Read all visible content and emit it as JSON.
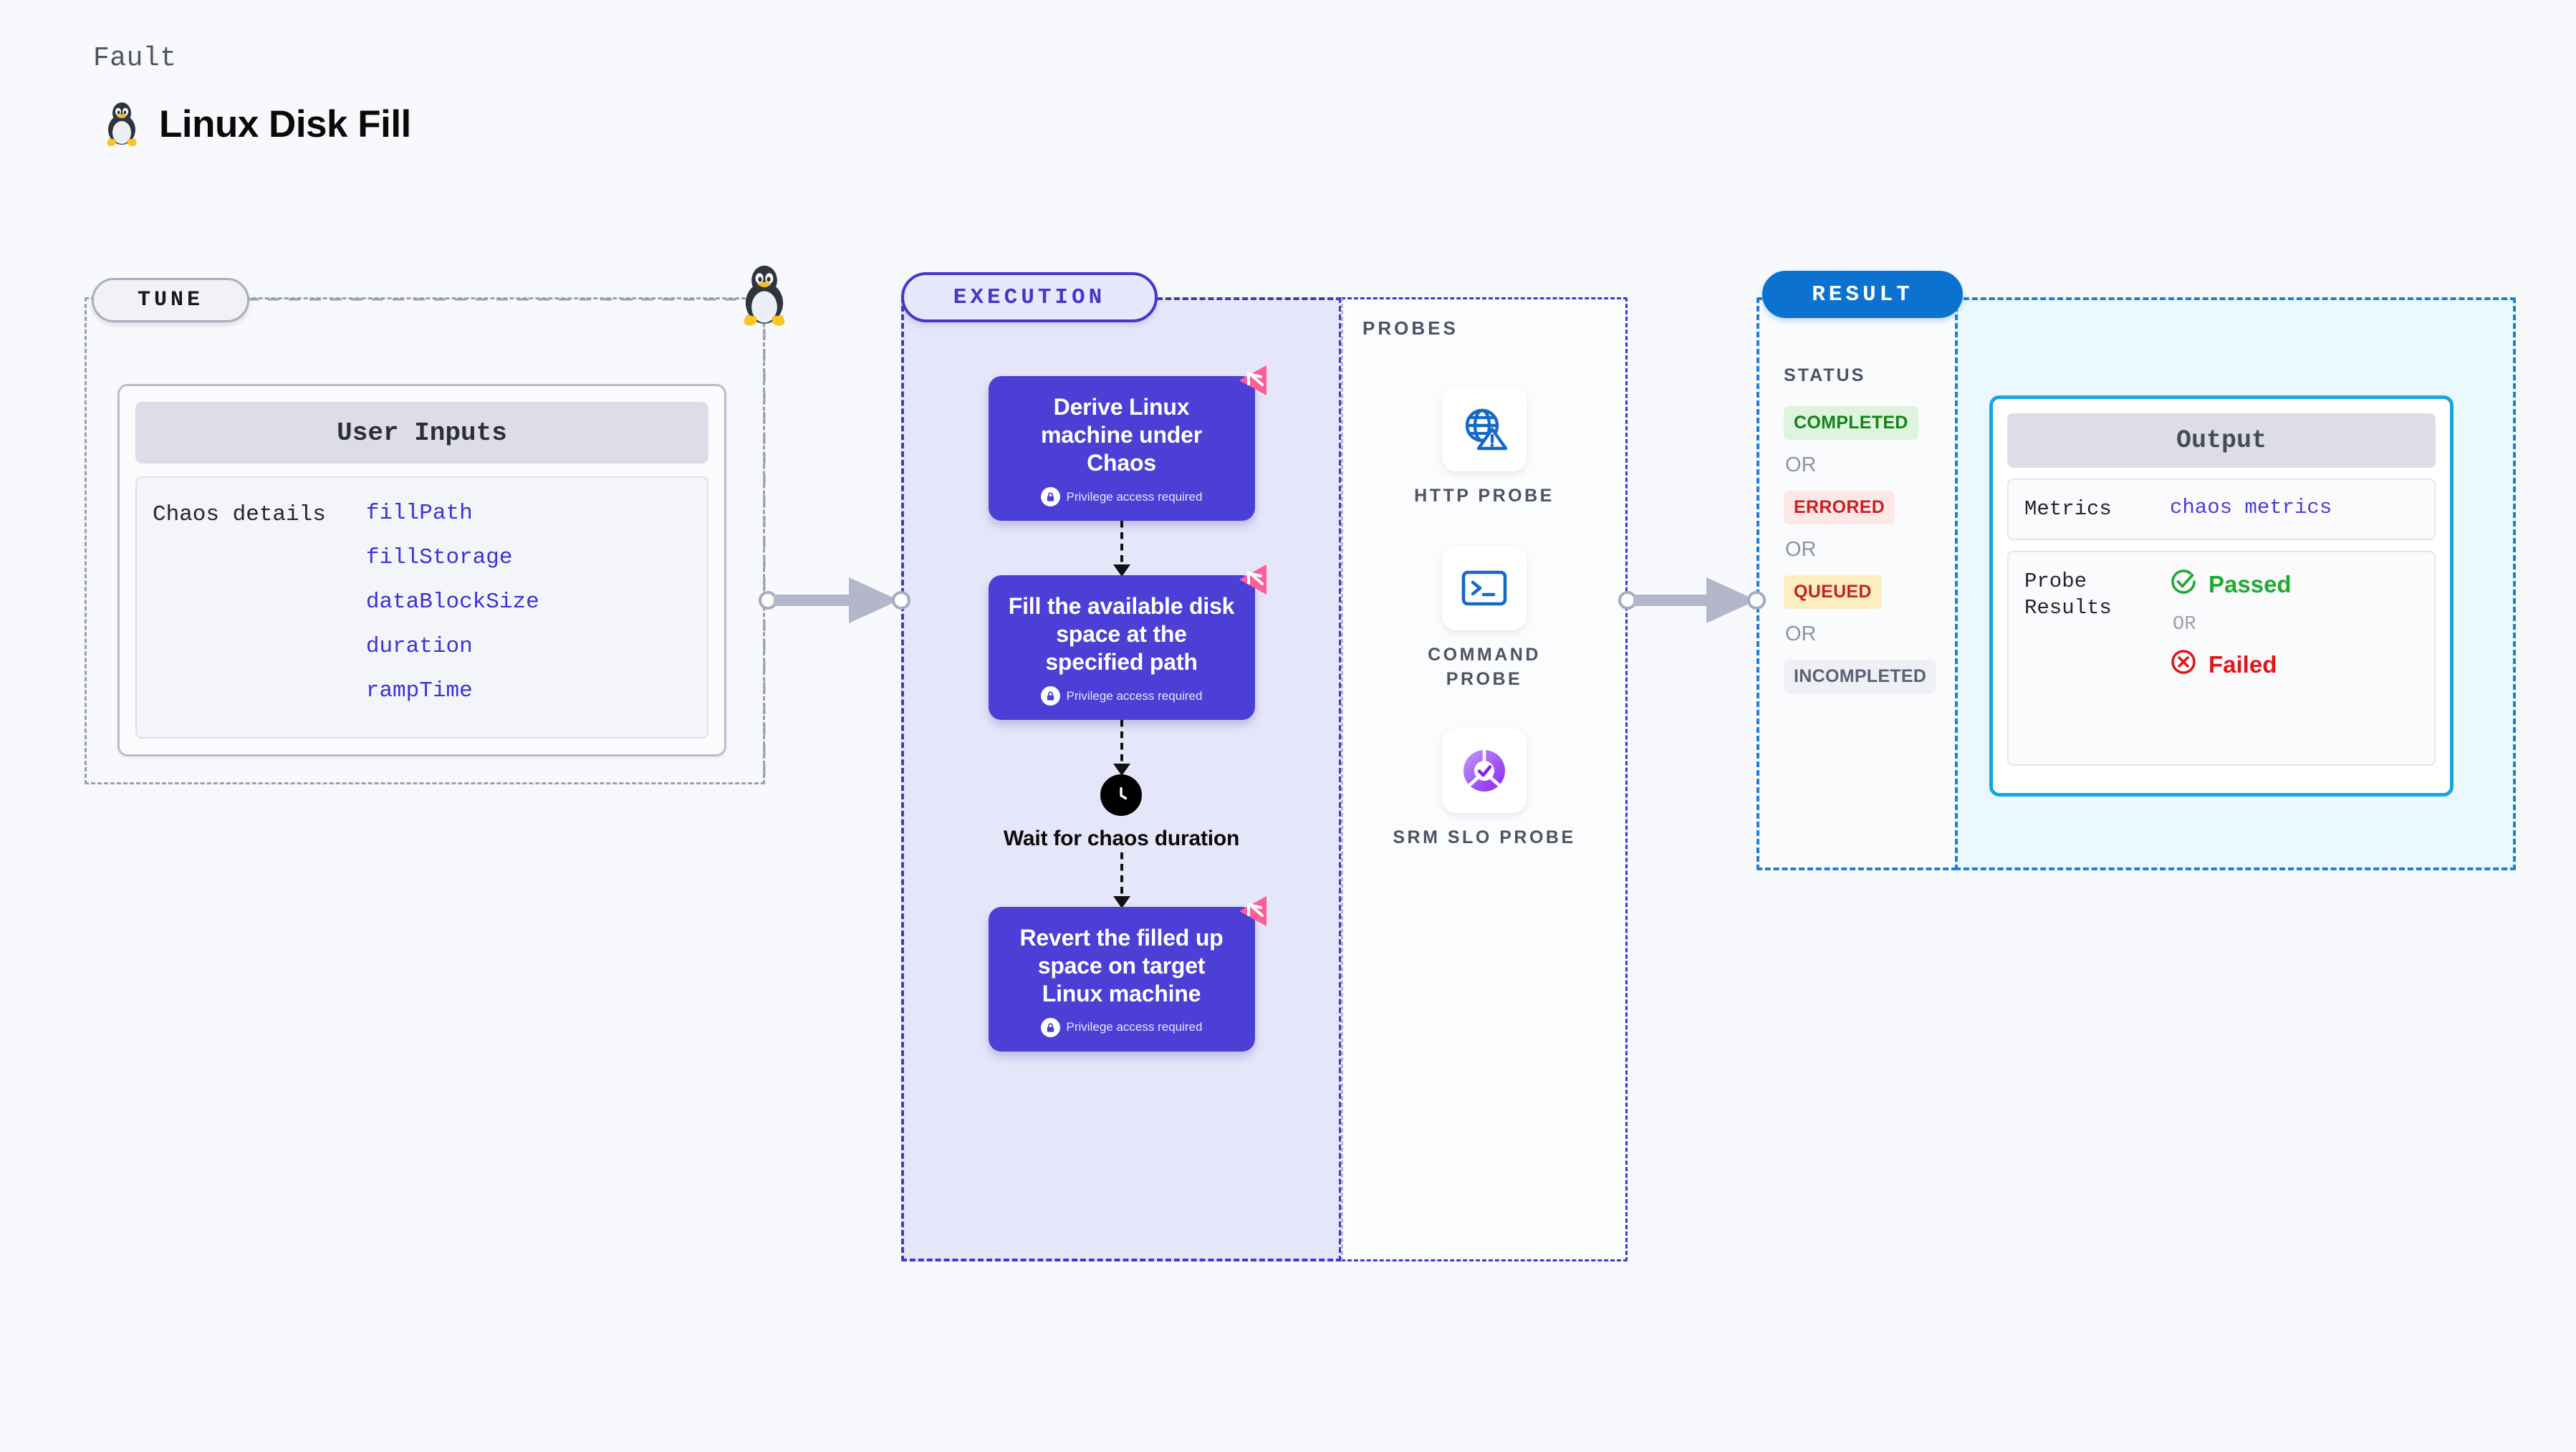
{
  "header": {
    "eyebrow": "Fault",
    "title": "Linux Disk Fill",
    "icon": "tux-penguin-icon"
  },
  "tune": {
    "pill_label": "TUNE",
    "card": {
      "header": "User Inputs",
      "row_label": "Chaos details",
      "params": [
        "fillPath",
        "fillStorage",
        "dataBlockSize",
        "duration",
        "rampTime"
      ]
    }
  },
  "execution": {
    "pill_label": "EXECUTION",
    "privilege_note": "Privilege access required",
    "steps": [
      {
        "type": "task",
        "title": "Derive Linux machine under Chaos",
        "privileged": true
      },
      {
        "type": "task",
        "title": "Fill the available disk space at the specified path",
        "privileged": true
      },
      {
        "type": "wait",
        "title": "Wait for chaos duration",
        "icon": "clock-icon"
      },
      {
        "type": "task",
        "title": "Revert the filled up space on target Linux machine",
        "privileged": true
      }
    ]
  },
  "probes": {
    "heading": "PROBES",
    "items": [
      {
        "label": "HTTP PROBE",
        "icon": "globe-warning-icon"
      },
      {
        "label": "COMMAND PROBE",
        "icon": "terminal-icon"
      },
      {
        "label": "SRM SLO PROBE",
        "icon": "srm-slo-donut-icon"
      }
    ]
  },
  "result": {
    "pill_label": "RESULT",
    "status_heading": "STATUS",
    "or_label": "OR",
    "statuses": [
      {
        "label": "COMPLETED",
        "bg": "#dcf5dc",
        "fg": "#17801a"
      },
      {
        "label": "ERRORED",
        "bg": "#fde8e8",
        "fg": "#cc1f1f"
      },
      {
        "label": "QUEUED",
        "bg": "#fdeec2",
        "fg": "#c4231f"
      },
      {
        "label": "INCOMPLETED",
        "bg": "#eef0f5",
        "fg": "#5b6173"
      }
    ],
    "output": {
      "header": "Output",
      "metrics_key": "Metrics",
      "metrics_value": "chaos metrics",
      "probe_results_key": "Probe\nResults",
      "passed_label": "Passed",
      "failed_label": "Failed",
      "or_label": "OR",
      "passed_icon": "check-circle-icon",
      "failed_icon": "x-circle-icon"
    }
  },
  "colors": {
    "execution_accent": "#4338ca",
    "step_card": "#4c3fd6",
    "result_accent": "#1b7fe0",
    "output_border": "#18a6e0",
    "param_text": "#3b32d6",
    "passed": "#1faa31",
    "failed": "#e01717",
    "chaos_flag": "#fb5f96"
  }
}
